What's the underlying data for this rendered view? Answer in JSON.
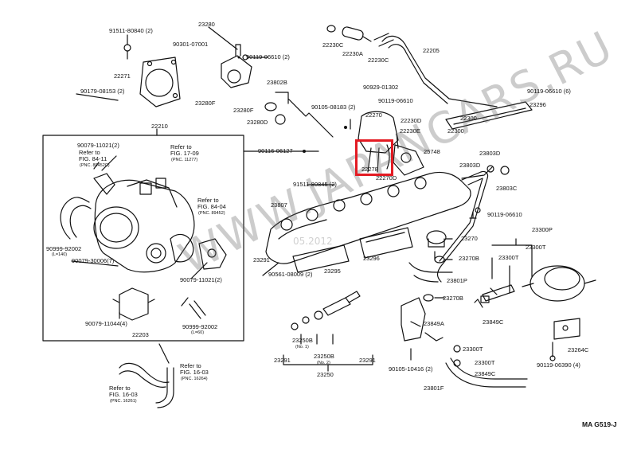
{
  "highlight_color": "#e31b23",
  "watermark": {
    "text": "WWW.JAPANCARS.RU",
    "date": "05.2012"
  },
  "diagram_code": "MA  G519-J",
  "parts": {
    "p91511_80840": "91511-80840 (2)",
    "p23280": "23280",
    "p90301_07001": "90301-07001",
    "p90119_06610a": "90119-06610 (2)",
    "p22271": "22271",
    "p90179_08153": "90179-08153 (2)",
    "p23802b": "23802B",
    "p23280f_a": "23280F",
    "p23280f_b": "23280F",
    "p23280d": "23280D",
    "p22210": "22210",
    "p22230c_a": "22230C",
    "p22230a": "22230A",
    "p22230c_b": "22230C",
    "p22205": "22205",
    "p90929_01302": "90929-01302",
    "p90119_06610b": "90119-06610",
    "p90119_06610c": "90119-06610 (6)",
    "p90105_08183": "90105-08183 (2)",
    "p22270": "22270",
    "p22230d": "22230D",
    "p22230e": "22230E",
    "p22300": "22300",
    "p23296a": "23296",
    "p25748": "25748",
    "p23803d_a": "23803D",
    "p23803d_b": "23803D",
    "p23803c": "23803C",
    "p90116_06127": "90116-06127",
    "p22278": "22278",
    "p22270d": "22270D",
    "p91511_80845": "91511-80845 (2)",
    "p90119_06610d": "90119-06610",
    "p23807": "23807",
    "p23270": "23270",
    "p23291a": "23291",
    "p23296b": "23296",
    "p23270b": "23270B",
    "p90561_08009": "90561-08009 (2)",
    "p23295": "23295",
    "p23801p": "23801P",
    "p23300p": "23300P",
    "p23300t_a": "23300T",
    "p23300t_b": "23300T",
    "p23270b_b": "23270B",
    "p23849a": "23849A",
    "p23849c_a": "23849C",
    "p23250b_1": "23250B",
    "p23250b_1_note": "(No. 1)",
    "p23250b_2": "23250B",
    "p23250b_2_note": "(No. 2)",
    "p23291b": "23291",
    "p23291c": "23291",
    "p23250": "23250",
    "p23300t_c": "23300T",
    "p23300t_d": "23300T",
    "p90105_10416": "90105-10416 (2)",
    "p23849c_b": "23849C",
    "p23264c": "23264C",
    "p90119_06390": "90119-06390 (4)",
    "p23801f": "23801F",
    "p90079_11021a": "90079-11021(2)",
    "ref1_a": "Refer to",
    "ref1_b": "FIG. 84-11",
    "ref1_c": "(PNC. 89452C)",
    "ref2_a": "Refer to",
    "ref2_b": "FIG. 17-09",
    "ref2_c": "(PNC. 11277)",
    "ref3_a": "Refer to",
    "ref3_b": "FIG. 84-04",
    "ref3_c": "(PNC. 89452)",
    "ref4_a": "Refer to",
    "ref4_b": "FIG. 16-03",
    "ref4_c": "(PNC. 16264)",
    "ref5_a": "Refer to",
    "ref5_b": "FIG. 16-03",
    "ref5_c": "(PNC. 16261)",
    "p90999_92002a": "90999-92002",
    "p90999_92002a_note": "(L=140)",
    "p90079_30006": "90079-30006(7)",
    "p90079_11021b": "90079-11021(2)",
    "p90079_11044": "90079-11044(4)",
    "p90999_92002b": "90999-92002",
    "p90999_92002b_note": "(L=60)",
    "p22203": "22203"
  }
}
